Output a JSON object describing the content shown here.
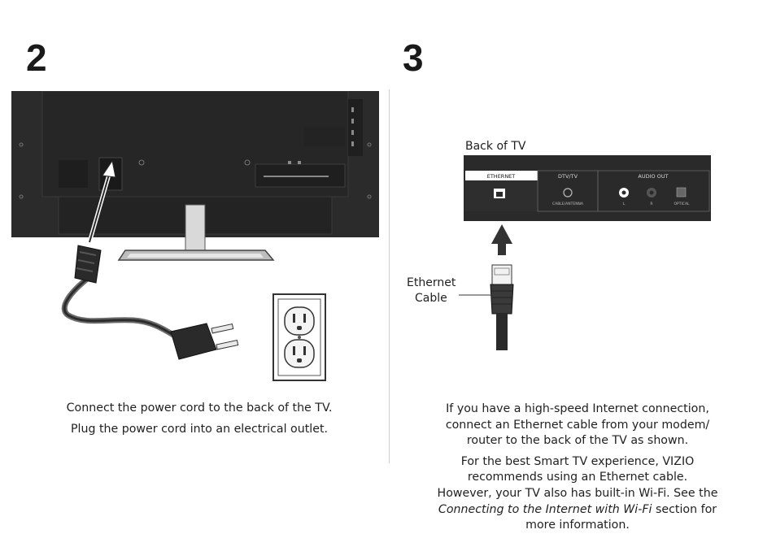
{
  "step2": {
    "number": "2",
    "caption_line1": "Connect the power cord to the back of the TV.",
    "caption_line2": "Plug the power cord into an electrical outlet."
  },
  "step3": {
    "number": "3",
    "back_of_tv_label": "Back of TV",
    "ethernet_cable_label_line1": "Ethernet",
    "ethernet_cable_label_line2": "Cable",
    "ports": {
      "ethernet": "ETHERNET",
      "dtv": "DTV/TV",
      "audio_out": "AUDIO OUT",
      "cable_antenna": "CABLE/ANTENNA",
      "left": "L",
      "right": "R",
      "optical": "OPTICAL"
    },
    "para1_line1": "If you have a high-speed Internet connection,",
    "para1_line2": "connect an Ethernet cable from your modem/",
    "para1_line3": "router to the back of the TV as shown.",
    "para2_line1": "For the best Smart TV experience, VIZIO",
    "para2_line2": "recommends using an Ethernet cable.",
    "para2_line3": "However, your TV also has built-in Wi-Fi. See the",
    "para2_italic": "Connecting to the Internet with Wi-Fi",
    "para2_after_italic": " section for",
    "para2_line5": "more information."
  }
}
